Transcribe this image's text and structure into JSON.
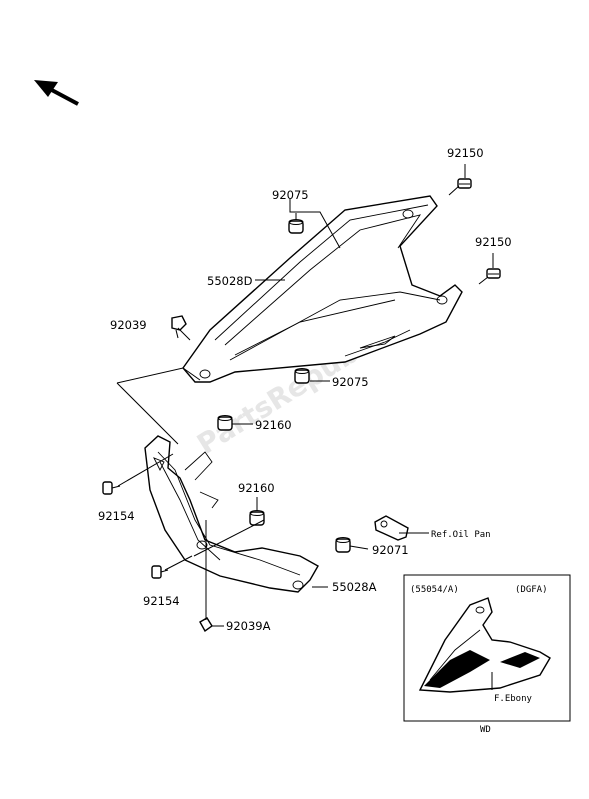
{
  "watermark": "PartsRepublik",
  "parts": {
    "p92150_top": "92150",
    "p92150_mid": "92150",
    "p92075_top": "92075",
    "p55028D": "55028D",
    "p92039": "92039",
    "p92075_bot": "92075",
    "p92160_a": "92160",
    "p92154_a": "92154",
    "p92160_b": "92160",
    "p92071": "92071",
    "ref_oil_pan": "Ref.Oil Pan",
    "p55028A": "55028A",
    "p92154_b": "92154",
    "p92039A": "92039A"
  },
  "inset": {
    "code": "(55054/A)",
    "variant": "(DGFA)",
    "color_label": "F.Ebony",
    "caption": "WD"
  }
}
